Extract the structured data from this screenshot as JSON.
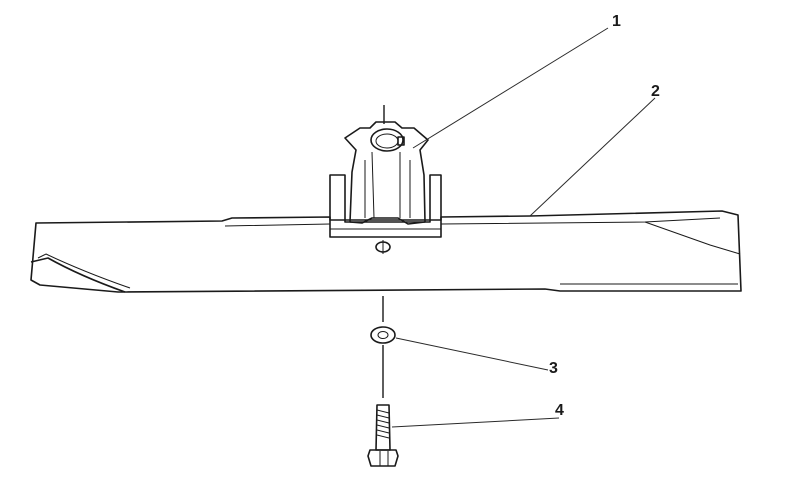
{
  "diagram": {
    "callouts": [
      {
        "number": "1"
      },
      {
        "number": "2"
      },
      {
        "number": "3"
      },
      {
        "number": "4"
      }
    ]
  },
  "colors": {
    "line": "#1a1a1a",
    "background": "#ffffff"
  }
}
